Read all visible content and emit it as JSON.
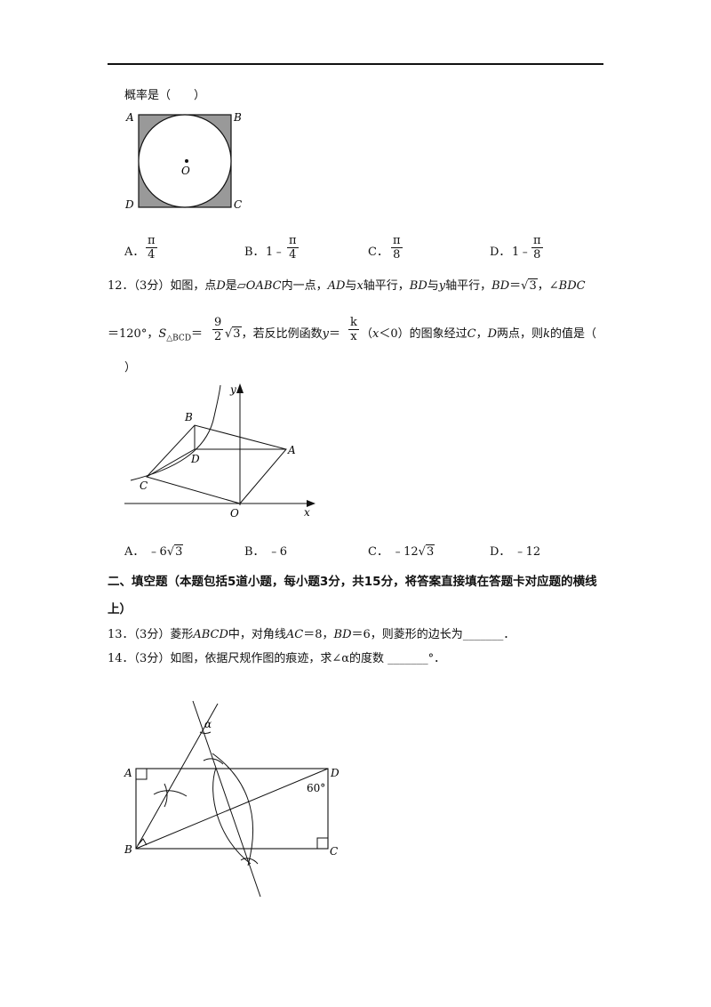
{
  "q11": {
    "stem_tail": "概率是（　　）",
    "figure_labels": {
      "A": "A",
      "B": "B",
      "C": "C",
      "D": "D",
      "O": "O"
    },
    "options": [
      {
        "letter": "A．",
        "prefix": "",
        "num": "π",
        "den": "4"
      },
      {
        "letter": "B．",
        "prefix": "1﹣",
        "num": "π",
        "den": "4"
      },
      {
        "letter": "C．",
        "prefix": "",
        "num": "π",
        "den": "8"
      },
      {
        "letter": "D．",
        "prefix": "1﹣",
        "num": "π",
        "den": "8"
      }
    ]
  },
  "q12": {
    "num": "12．",
    "score": "（3分）",
    "line1_a": "如图，点",
    "pt_D": "D",
    "line1_b": "是",
    "para_sym": "▱",
    "para_name": "OABC",
    "line1_c": "内一点，",
    "seg_AD": "AD",
    "line1_d": "与",
    "axis_x": "x",
    "line1_e": "轴平行，",
    "seg_BD": "BD",
    "line1_f": "与",
    "axis_y": "y",
    "line1_g": "轴平行，",
    "seg_BD2": "BD",
    "eq": "＝",
    "sqrt3": "3",
    "comma": "，∠",
    "ang": "BDC",
    "line2_a": "＝120°，",
    "S": "S",
    "S_sub": "△BCD",
    "eq2": "＝",
    "frac_num": "9",
    "frac_den": "2",
    "sqrt3b": "3",
    "line2_b": "，若反比例函数",
    "y": "y",
    "eq3": "＝",
    "k_num": "k",
    "k_den": "x",
    "cond_a": "（",
    "cond_x": "x",
    "cond_b": "＜0）的图象经过",
    "pt_C": "C",
    "sep": "，",
    "pt_D2": "D",
    "line2_c": "两点，则",
    "k": "k",
    "line2_d": "的值是（",
    "line3": "）",
    "figure_labels": {
      "y": "y",
      "B": "B",
      "D": "D",
      "A": "A",
      "C": "C",
      "O": "O",
      "x": "x"
    },
    "options": [
      {
        "letter": "A．",
        "val": "﹣6",
        "rad": "3"
      },
      {
        "letter": "B．",
        "val": "﹣6",
        "rad": ""
      },
      {
        "letter": "C．",
        "val": "﹣12",
        "rad": "3"
      },
      {
        "letter": "D．",
        "val": "﹣12",
        "rad": ""
      }
    ]
  },
  "section2": {
    "line1": "二、填空题（本题包括5道小题，每小题3分，共15分，将答案直接填在答题卡对应题的横线",
    "line2": "上）"
  },
  "q13": {
    "num": "13．",
    "score": "（3分）",
    "a": "菱形",
    "abcd": "ABCD",
    "b": "中，对角线",
    "ac": "AC",
    "c": "＝8，",
    "bd": "BD",
    "d": "＝6，则菱形的边长为",
    "blank": "_______",
    "e": "．"
  },
  "q14": {
    "num": "14．",
    "score": "（3分）",
    "a": "如图，依据尺规作图的痕迹，求∠α的度数",
    "blank": "_______",
    "e": "°．",
    "figure_labels": {
      "alpha": "α",
      "A": "A",
      "D": "D",
      "B": "B",
      "C": "C",
      "angle60": "60°"
    }
  }
}
